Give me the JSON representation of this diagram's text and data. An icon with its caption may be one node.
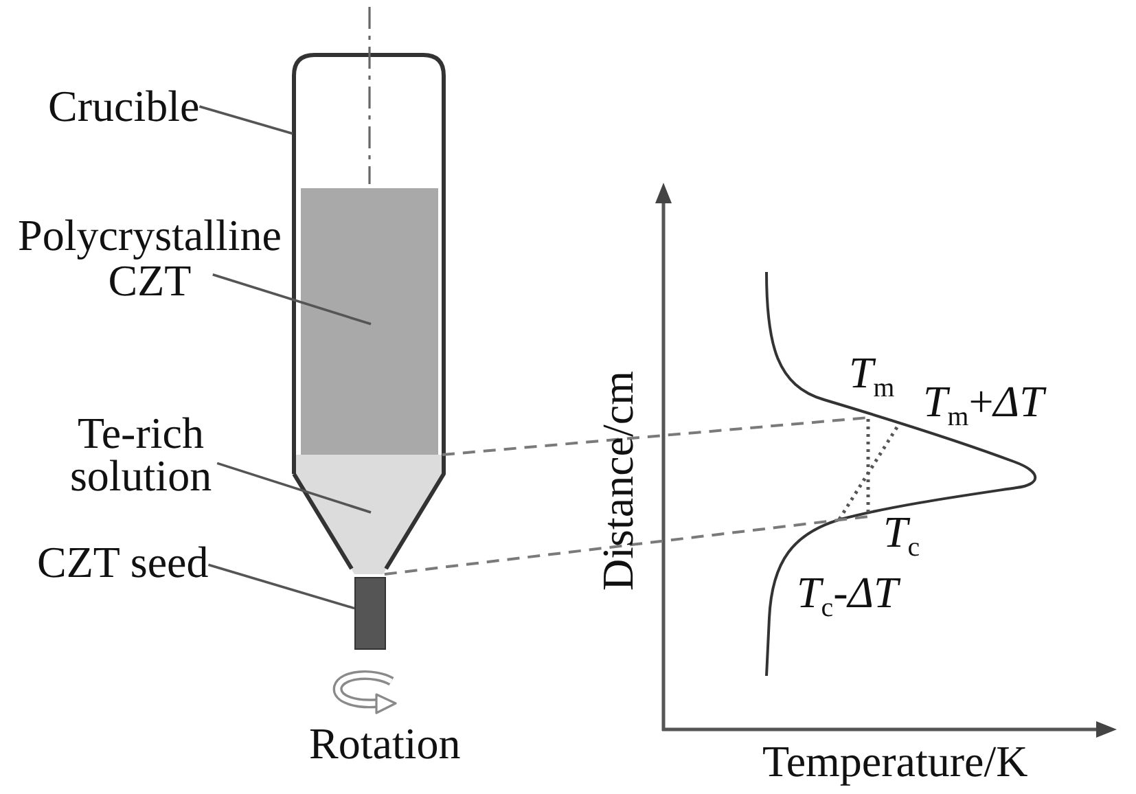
{
  "diagram": {
    "nodes": [
      {
        "text": [
          "Crucible"
        ]
      },
      {
        "text": [],
        "shape": "cylinder"
      },
      {
        "text": [
          "Polycrystalline CZT"
        ]
      },
      {
        "text": [],
        "shape": "box",
        "in": 1
      },
      {
        "text": [
          "Te-rich solution"
        ]
      },
      {
        "text": [],
        "shape": "funnel",
        "in": 1
      },
      {
        "text": [
          "CZT seed"
        ]
      },
      {
        "text": [],
        "shape": "bar"
      }
    ],
    "edges": [
      {
        "from": 0,
        "to": 1,
        "arrow": "none"
      },
      {
        "from": 2,
        "to": 3,
        "arrow": "none"
      },
      {
        "from": 4,
        "to": 5,
        "arrow": "none"
      },
      {
        "from": 6,
        "to": 7,
        "arrow": "none"
      },
      {
        "from": 5,
        "to": null,
        "arrow": "none",
        "style": "dashed"
      },
      {
        "from": 5,
        "to": null,
        "arrow": "none",
        "style": "dashed"
      }
    ],
    "labels": [
      "*T*$_{m}$",
      "*T*$_{m}$+*ΔT*",
      "Distance/cm",
      "*T*$_{c}$",
      "*T*$_{c}$-*ΔT*",
      "Rotation",
      "Temperature/K"
    ]
  }
}
